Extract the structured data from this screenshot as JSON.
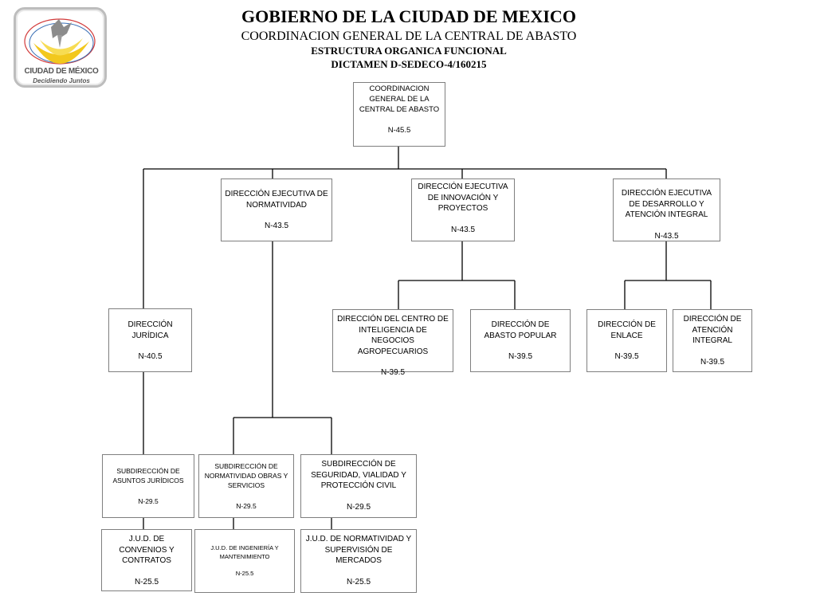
{
  "header": {
    "title": "GOBIERNO DE LA CIUDAD DE MEXICO",
    "subtitle": "COORDINACION GENERAL DE LA CENTRAL DE ABASTO",
    "line3": "ESTRUCTURA ORGANICA FUNCIONAL",
    "line4": "DICTAMEN D-SEDECO-4/160215"
  },
  "logo": {
    "name": "CIUDAD DE MÉXICO",
    "tagline": "Decidiendo Juntos",
    "colors": {
      "yellow": "#f2c81d",
      "gray": "#8c8c8c",
      "red": "#d23a3a",
      "blue": "#3a6fb5"
    }
  },
  "org": {
    "root": {
      "label": "COORDINACION GENERAL  DE LA CENTRAL DE ABASTO",
      "code": "N-45.5"
    },
    "dir_normatividad": {
      "label": "DIRECCIÓN EJECUTIVA DE NORMATIVIDAD",
      "code": "N-43.5"
    },
    "dir_innovacion": {
      "label": "DIRECCIÓN EJECUTIVA DE INNOVACIÓN Y PROYECTOS",
      "code": "N-43.5"
    },
    "dir_desarrollo": {
      "label": "DIRECCIÓN EJECUTIVA DE DESARROLLO Y ATENCIÓN INTEGRAL",
      "code": "N-43.5"
    },
    "dir_juridica": {
      "label": "DIRECCIÓN JURÍDICA",
      "code": "N-40.5"
    },
    "dir_inteligencia": {
      "label": "DIRECCIÓN DEL CENTRO DE INTELIGENCIA DE NEGOCIOS AGROPECUARIOS",
      "code": "N-39.5"
    },
    "dir_abasto": {
      "label": "DIRECCIÓN DE ABASTO POPULAR",
      "code": "N-39.5"
    },
    "dir_enlace": {
      "label": "DIRECCIÓN DE ENLACE",
      "code": "N-39.5"
    },
    "dir_atencion": {
      "label": "DIRECCIÓN DE ATENCIÓN INTEGRAL",
      "code": "N-39.5"
    },
    "sub_juridicos": {
      "label": "SUBDIRECCIÓN DE ASUNTOS JURÍDICOS",
      "code": "N-29.5"
    },
    "sub_obras": {
      "label": "SUBDIRECCIÓN DE NORMATIVIDAD OBRAS Y SERVICIOS",
      "code": "N-29.5"
    },
    "sub_seguridad": {
      "label": "SUBDIRECCIÓN DE SEGURIDAD, VIALIDAD Y PROTECCIÓN CIVIL",
      "code": "N-29.5"
    },
    "jud_convenios": {
      "label": "J.U.D. DE CONVENIOS Y CONTRATOS",
      "code": "N-25.5"
    },
    "jud_ingenieria": {
      "label": "J.U.D. DE INGENIERÍA Y MANTENIMIENTO",
      "code": "N-25.5"
    },
    "jud_mercados": {
      "label": "J.U.D. DE NORMATIVIDAD Y SUPERVISIÓN DE MERCADOS",
      "code": "N-25.5"
    }
  }
}
